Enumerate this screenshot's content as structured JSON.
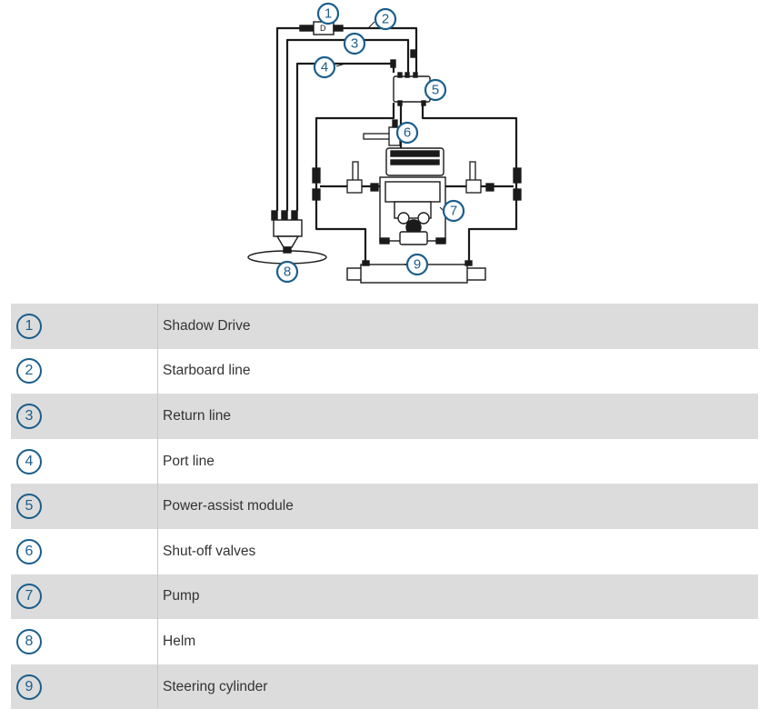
{
  "callouts": [
    "1",
    "2",
    "3",
    "4",
    "5",
    "6",
    "7",
    "8",
    "9"
  ],
  "legend": [
    {
      "number": "1",
      "label": "Shadow Drive"
    },
    {
      "number": "2",
      "label": "Starboard line"
    },
    {
      "number": "3",
      "label": "Return line"
    },
    {
      "number": "4",
      "label": "Port line"
    },
    {
      "number": "5",
      "label": "Power-assist module"
    },
    {
      "number": "6",
      "label": "Shut-off valves"
    },
    {
      "number": "7",
      "label": "Pump"
    },
    {
      "number": "8",
      "label": "Helm"
    },
    {
      "number": "9",
      "label": "Steering cylinder"
    }
  ],
  "colors": {
    "callout": "#1b5e8c",
    "line": "#1a1a1a",
    "row_shade": "#dcdcdc"
  }
}
